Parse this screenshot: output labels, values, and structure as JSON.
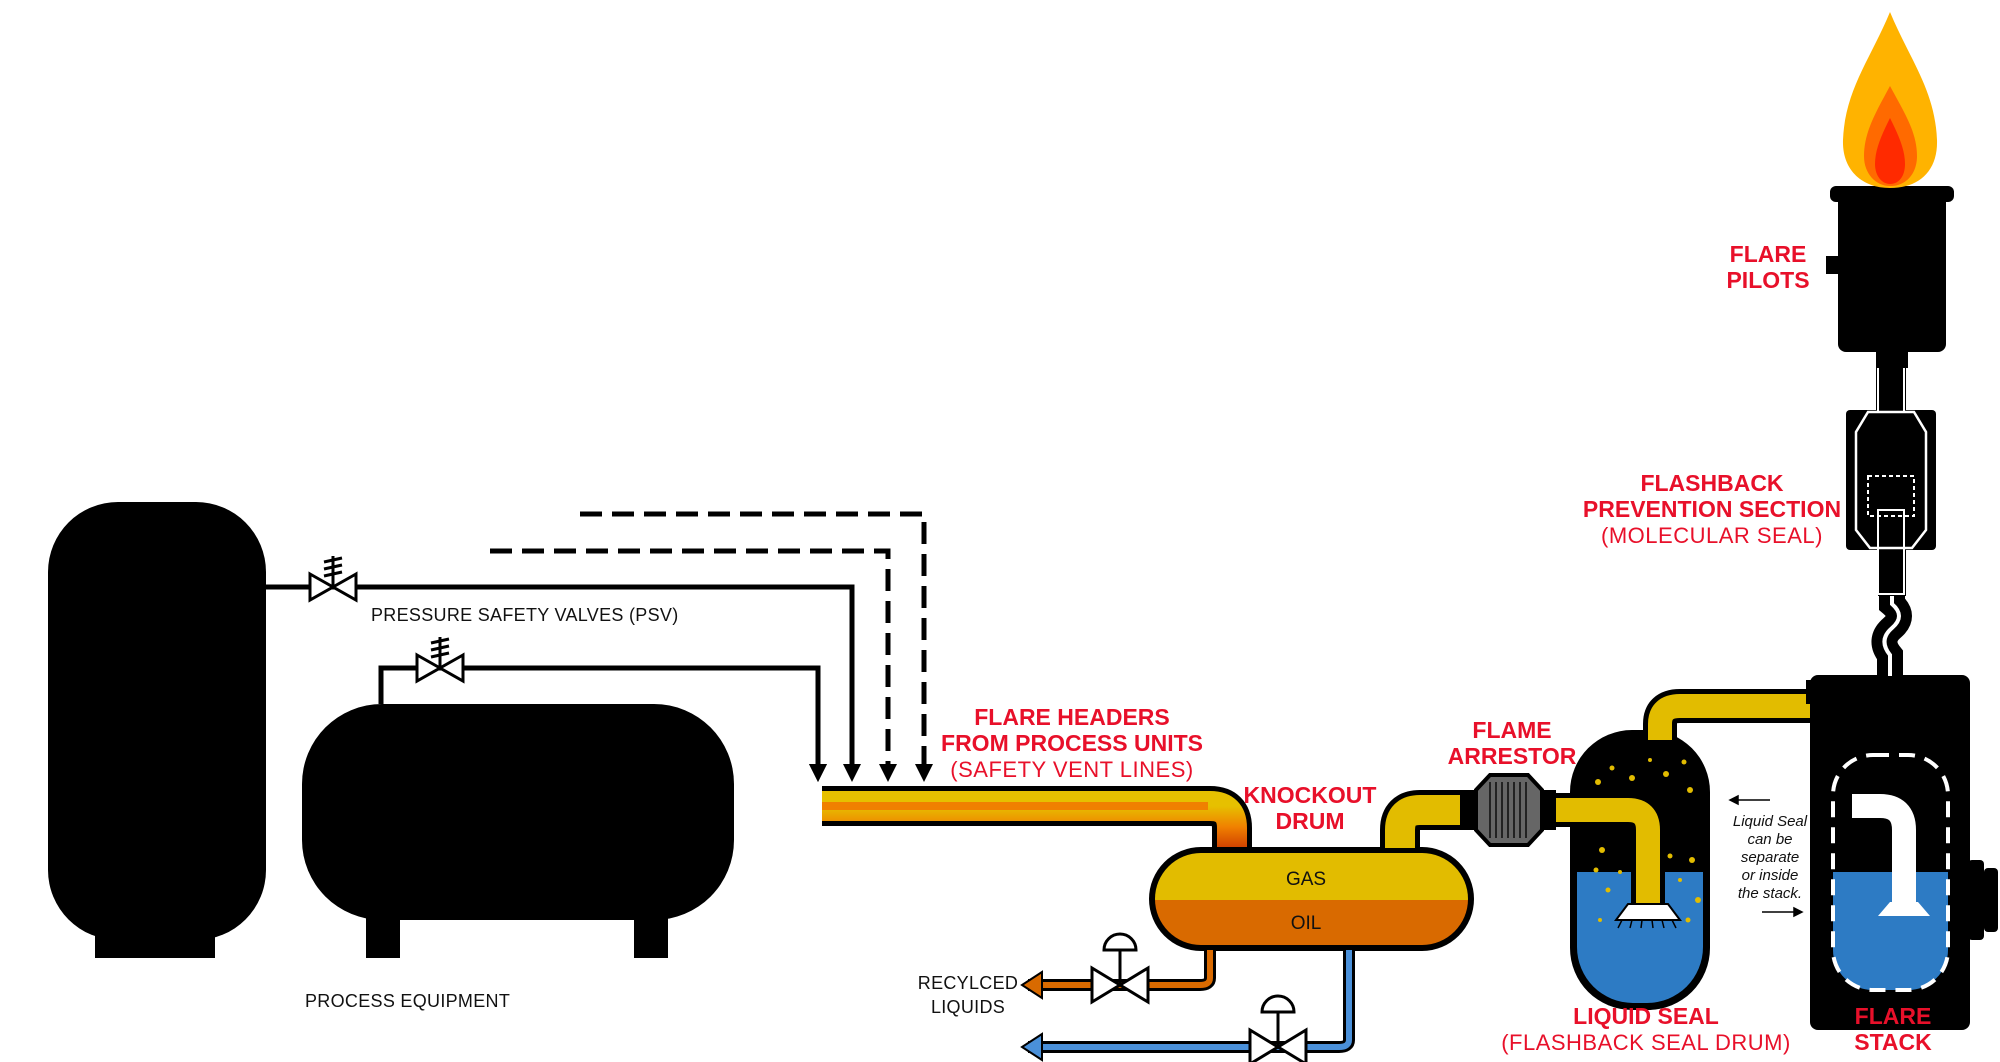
{
  "labels": {
    "psv": "PRESSURE SAFETY VALVES (PSV)",
    "process_equipment": "PROCESS EQUIPMENT",
    "flare_headers_1": "FLARE HEADERS",
    "flare_headers_2": "FROM PROCESS UNITS",
    "flare_headers_3": "(SAFETY VENT LINES)",
    "knockout_1": "KNOCKOUT",
    "knockout_2": "DRUM",
    "gas": "GAS",
    "oil": "OIL",
    "recycled_1": "RECYLCED",
    "recycled_2": "LIQUIDS",
    "flame_arrestor_1": "FLAME",
    "flame_arrestor_2": "ARRESTOR",
    "liquid_seal_1": "LIQUID SEAL",
    "liquid_seal_2": "(FLASHBACK SEAL DRUM)",
    "flare_stack_1": "FLARE",
    "flare_stack_2": "STACK",
    "flare_pilots_1": "FLARE",
    "flare_pilots_2": "PILOTS",
    "flashback_1": "FLASHBACK",
    "flashback_2": "PREVENTION SECTION",
    "flashback_3": "(MOLECULAR SEAL)",
    "note_1": "Liquid Seal",
    "note_2": "can be",
    "note_3": "separate",
    "note_4": "or inside",
    "note_5": "the stack."
  },
  "colors": {
    "equipment": "#000000",
    "gas_yellow": "#e2bc00",
    "oil_orange": "#d96a00",
    "water_blue": "#2d7bc4",
    "label_red": "#e8102a",
    "flame_outer": "#ffb300",
    "flame_mid": "#ff6a00",
    "flame_inner": "#ff2a00"
  }
}
